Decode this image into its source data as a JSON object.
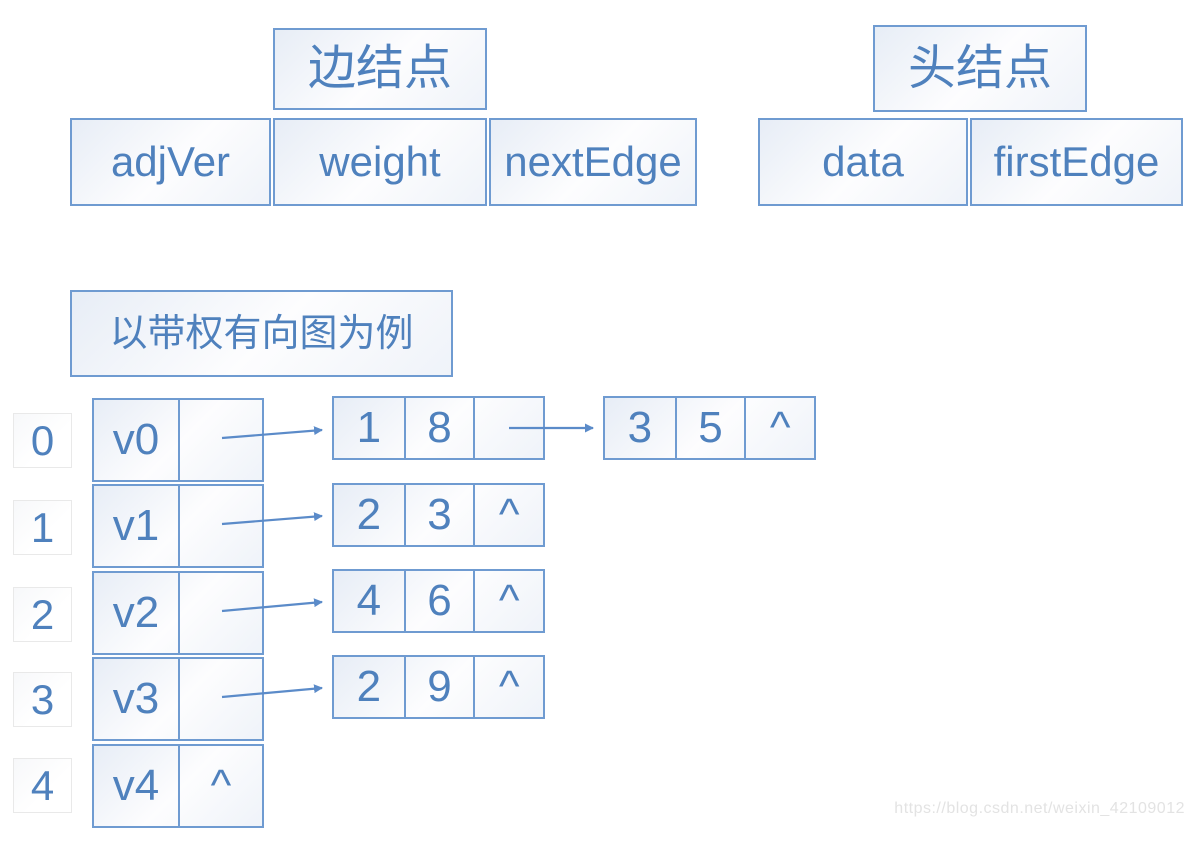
{
  "edge_node_header": {
    "title": "边结点",
    "fields": [
      "adjVer",
      "weight",
      "nextEdge"
    ]
  },
  "head_node_header": {
    "title": "头结点",
    "fields": [
      "data",
      "firstEdge"
    ]
  },
  "example_label": "以带权有向图为例",
  "vertex_table": {
    "rows": [
      {
        "index": "0",
        "vertex": "v0",
        "pointer": ""
      },
      {
        "index": "1",
        "vertex": "v1",
        "pointer": ""
      },
      {
        "index": "2",
        "vertex": "v2",
        "pointer": ""
      },
      {
        "index": "3",
        "vertex": "v3",
        "pointer": ""
      },
      {
        "index": "4",
        "vertex": "v4",
        "pointer": "^"
      }
    ]
  },
  "edge_lists": [
    {
      "owner": "v0",
      "nodes": [
        {
          "adjVer": "1",
          "weight": "8",
          "nextEdge": ""
        },
        {
          "adjVer": "3",
          "weight": "5",
          "nextEdge": "^"
        }
      ]
    },
    {
      "owner": "v1",
      "nodes": [
        {
          "adjVer": "2",
          "weight": "3",
          "nextEdge": "^"
        }
      ]
    },
    {
      "owner": "v2",
      "nodes": [
        {
          "adjVer": "4",
          "weight": "6",
          "nextEdge": "^"
        }
      ]
    },
    {
      "owner": "v3",
      "nodes": [
        {
          "adjVer": "2",
          "weight": "9",
          "nextEdge": "^"
        }
      ]
    },
    {
      "owner": "v4",
      "nodes": []
    }
  ],
  "watermark": "https://blog.csdn.net/weixin_42109012",
  "colors": {
    "accent_text": "#4f81bd",
    "box_border": "#6f9bd1",
    "arrow": "#5b8bc9",
    "index_border": "#e9e9e9",
    "watermark": "#e3e3e3"
  }
}
